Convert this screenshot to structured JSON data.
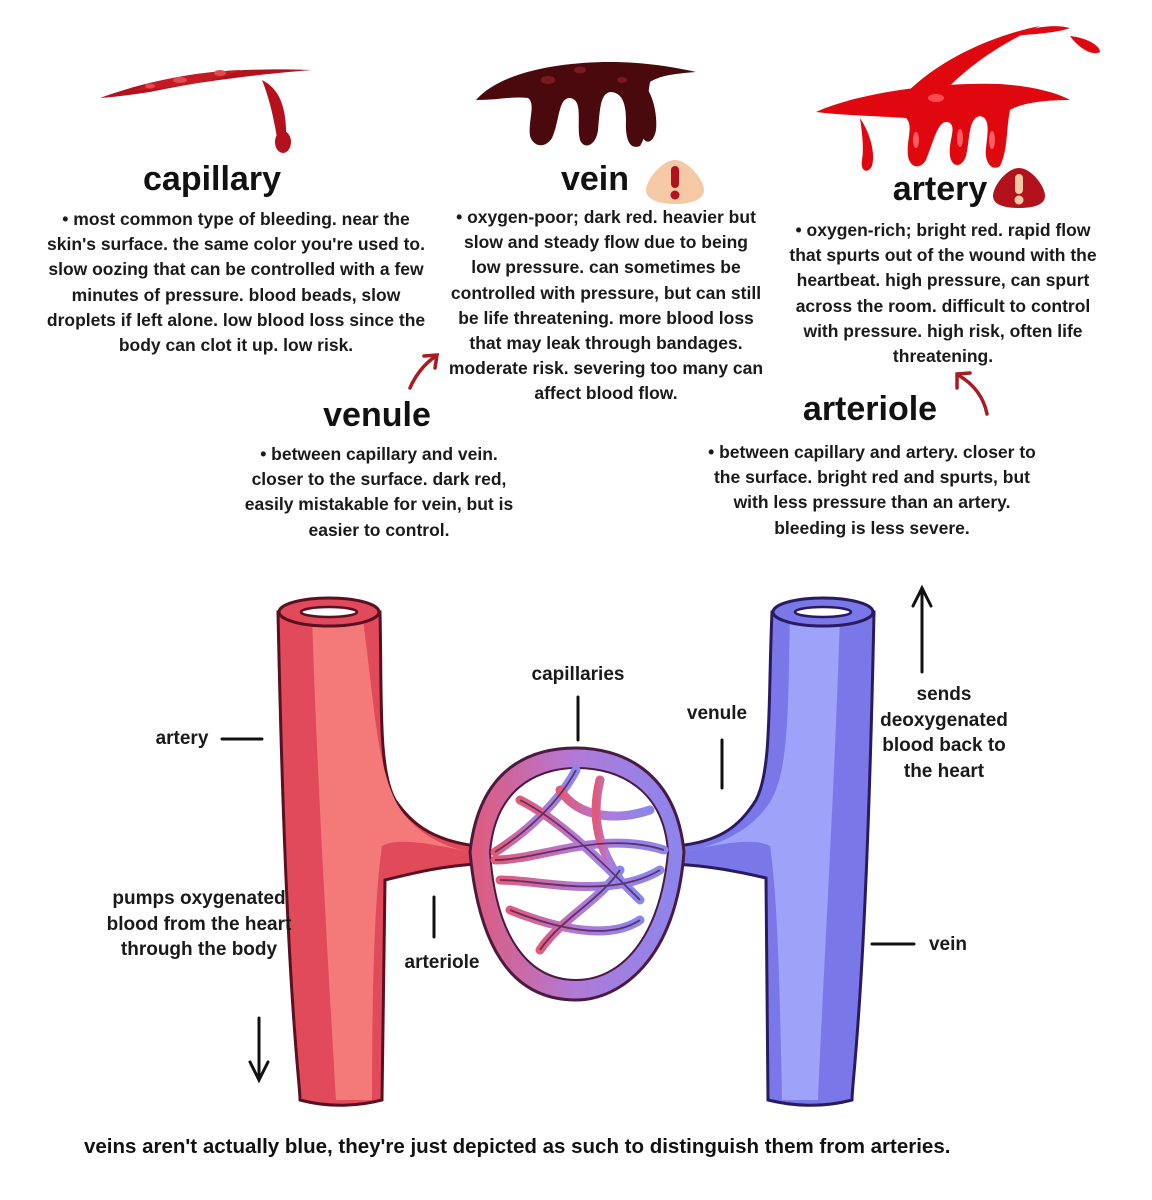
{
  "sections": {
    "capillary": {
      "title": "capillary",
      "text": "• most common type of bleeding. near the skin's surface. the same color you're used to. slow oozing that can be controlled with a few minutes of pressure. blood beads, slow droplets if left alone. low blood loss since the body can clot it up. low risk."
    },
    "vein": {
      "title": "vein",
      "text": "• oxygen-poor; dark red. heavier but slow and steady flow due to being low pressure. can sometimes be controlled with pressure, but can still be life threatening. more blood loss that may leak through bandages. moderate risk. severing too many can affect blood flow.",
      "warning_icon": "exclamation-warning-icon"
    },
    "artery": {
      "title": "artery",
      "text": "• oxygen-rich; bright red. rapid flow that spurts out of the wound with the heartbeat. high pressure, can spurt across the room. difficult to control with pressure. high risk, often life threatening.",
      "warning_icon": "exclamation-warning-icon"
    },
    "venule": {
      "title": "venule",
      "text": "• between capillary and vein. closer to the surface. dark red, easily mistakable for vein, but is easier to control."
    },
    "arteriole": {
      "title": "arteriole",
      "text": "• between capillary and artery. closer to the surface. bright red and spurts, but with less pressure than an artery. bleeding is less severe."
    }
  },
  "diagram": {
    "labels": {
      "artery": "artery",
      "capillaries": "capillaries",
      "venule": "venule",
      "arteriole": "arteriole",
      "vein": "vein",
      "artery_note": "pumps oxygenated blood from the heart through the body",
      "vein_note": "sends deoxygenated blood back to the heart"
    }
  },
  "footnote": "veins aren't actually blue, they're just depicted as such to distinguish them from arteries.",
  "colors": {
    "capillary_blood": "#b3121c",
    "vein_blood": "#4a0a0d",
    "artery_blood": "#e0080f",
    "artery_vessel": "#f06b70",
    "vein_vessel": "#9197f2",
    "warning_bg": "#f5c9a6",
    "warning_mark": "#b3121c",
    "arrow_red": "#a81b22"
  }
}
